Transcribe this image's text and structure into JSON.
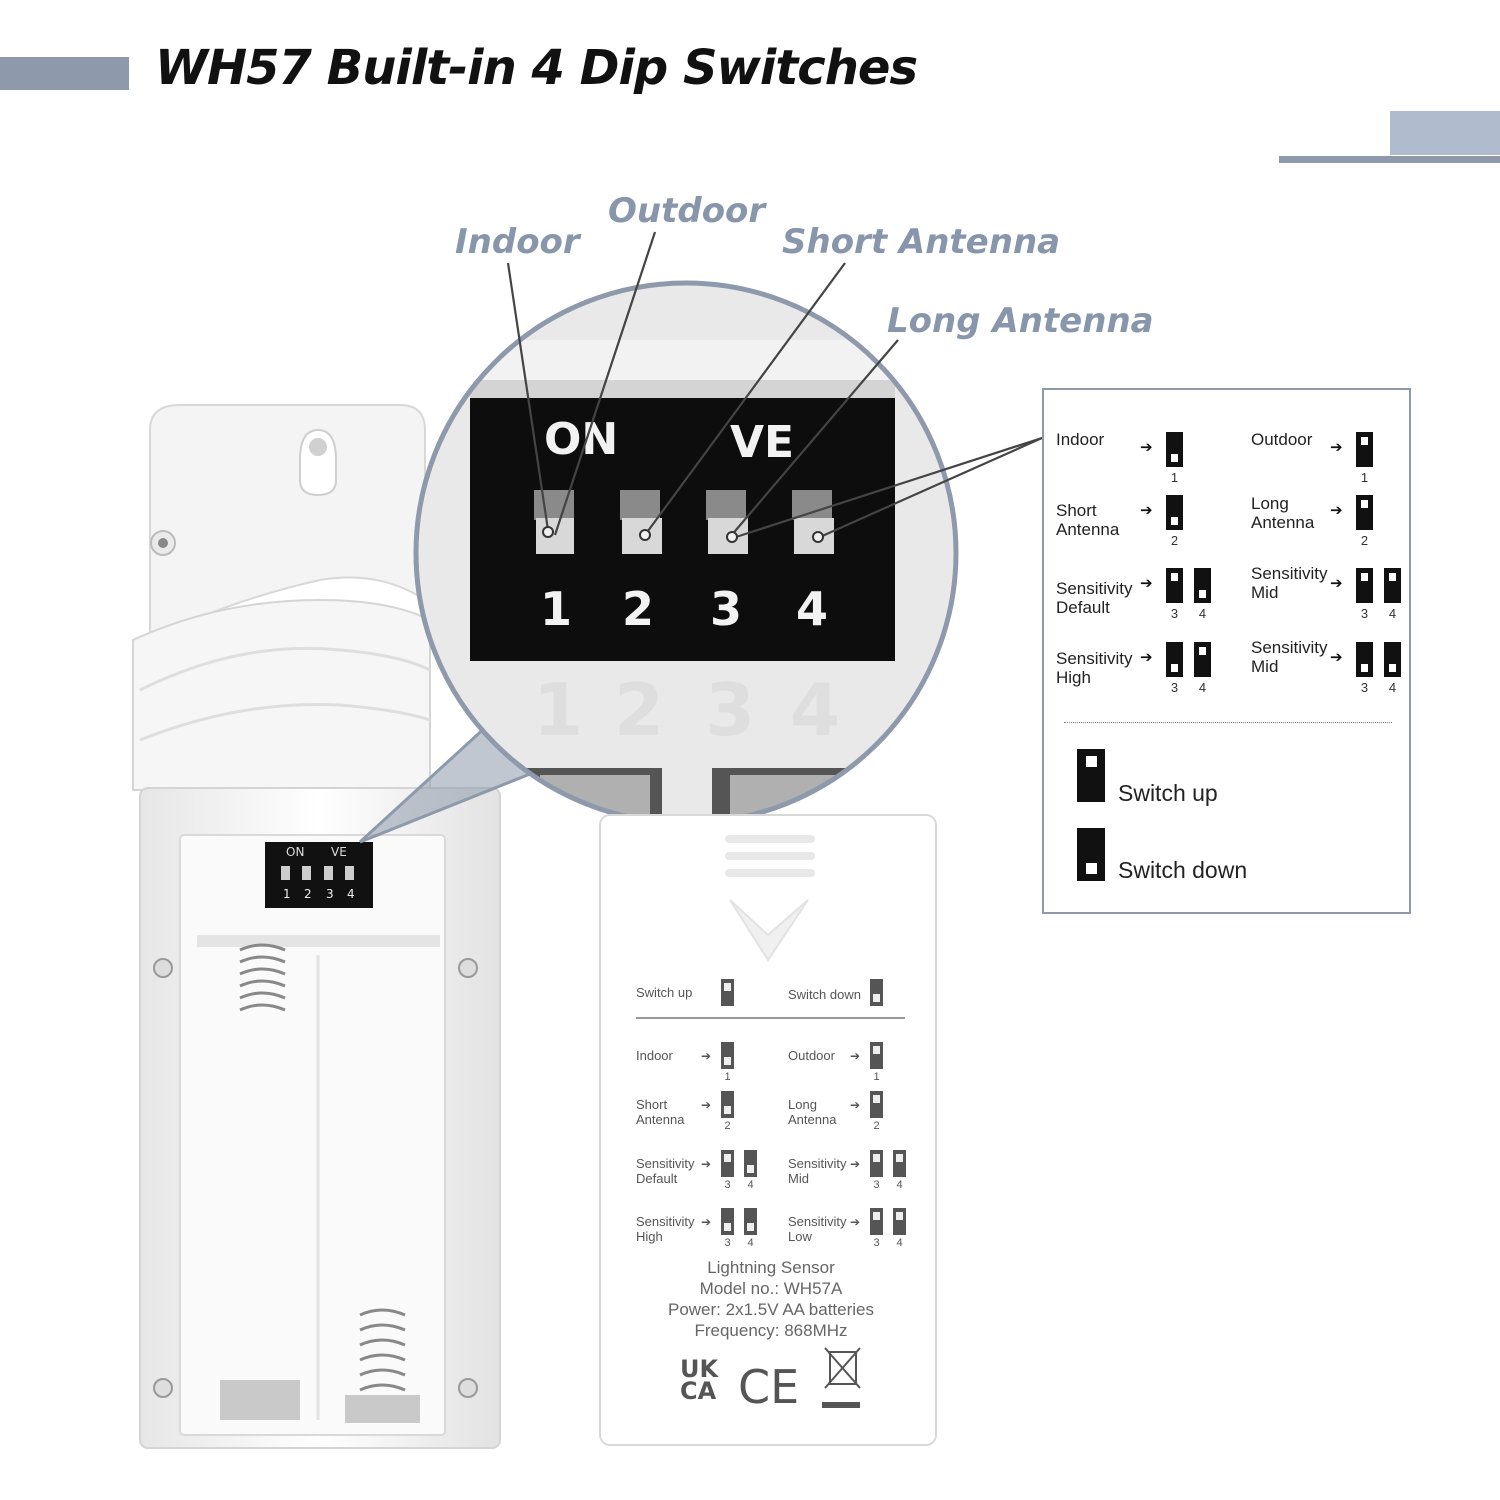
{
  "title": "WH57 Built-in 4 Dip Switches",
  "callouts": {
    "indoor": "Indoor",
    "outdoor": "Outdoor",
    "short_antenna": "Short Antenna",
    "long_antenna": "Long Antenna"
  },
  "dip_switch": {
    "on_label": "ON",
    "ve_label": "VE",
    "numbers": [
      "1",
      "2",
      "3",
      "4"
    ]
  },
  "legend": {
    "entries": [
      {
        "label": "Indoor",
        "switch_numbers": [
          "1"
        ],
        "states": [
          "down"
        ]
      },
      {
        "label": "Outdoor",
        "switch_numbers": [
          "1"
        ],
        "states": [
          "up"
        ]
      },
      {
        "label": "Short\nAntenna",
        "switch_numbers": [
          "2"
        ],
        "states": [
          "down"
        ]
      },
      {
        "label": "Long\nAntenna",
        "switch_numbers": [
          "2"
        ],
        "states": [
          "up"
        ]
      },
      {
        "label": "Sensitivity\nDefault",
        "switch_numbers": [
          "3",
          "4"
        ],
        "states": [
          "up",
          "down"
        ]
      },
      {
        "label": "Sensitivity\nMid",
        "switch_numbers": [
          "3",
          "4"
        ],
        "states": [
          "up",
          "up"
        ]
      },
      {
        "label": "Sensitivity\nHigh",
        "switch_numbers": [
          "3",
          "4"
        ],
        "states": [
          "down",
          "up"
        ]
      },
      {
        "label": "Sensitivity\nMid",
        "switch_numbers": [
          "3",
          "4"
        ],
        "states": [
          "down",
          "down"
        ]
      }
    ],
    "arrow": "➔",
    "key_up": "Switch up",
    "key_down": "Switch down"
  },
  "battery_cover": {
    "key_up": "Switch up",
    "key_down": "Switch down",
    "entries": [
      {
        "label": "Indoor",
        "switch_numbers": [
          "1"
        ],
        "states": [
          "down"
        ]
      },
      {
        "label": "Outdoor",
        "switch_numbers": [
          "1"
        ],
        "states": [
          "up"
        ]
      },
      {
        "label": "Short\nAntenna",
        "switch_numbers": [
          "2"
        ],
        "states": [
          "down"
        ]
      },
      {
        "label": "Long\nAntenna",
        "switch_numbers": [
          "2"
        ],
        "states": [
          "up"
        ]
      },
      {
        "label": "Sensitivity\nDefault",
        "switch_numbers": [
          "3",
          "4"
        ],
        "states": [
          "up",
          "down"
        ]
      },
      {
        "label": "Sensitivity\nMid",
        "switch_numbers": [
          "3",
          "4"
        ],
        "states": [
          "up",
          "up"
        ]
      },
      {
        "label": "Sensitivity\nHigh",
        "switch_numbers": [
          "3",
          "4"
        ],
        "states": [
          "down",
          "down"
        ]
      },
      {
        "label": "Sensitivity\nLow",
        "switch_numbers": [
          "3",
          "4"
        ],
        "states": [
          "up",
          "up"
        ]
      }
    ],
    "product_name": "Lightning Sensor",
    "model": "Model no.: WH57A",
    "power": "Power: 2x1.5V AA batteries",
    "frequency": "Frequency: 868MHz",
    "ukca_top": "UK",
    "ukca_bottom": "CA",
    "ce_mark": "CE"
  },
  "colors": {
    "accent": "#8e99ac",
    "accent_light": "#b0bccd",
    "callout_text": "#8896ab",
    "dip_block": "#0d0d0d"
  }
}
